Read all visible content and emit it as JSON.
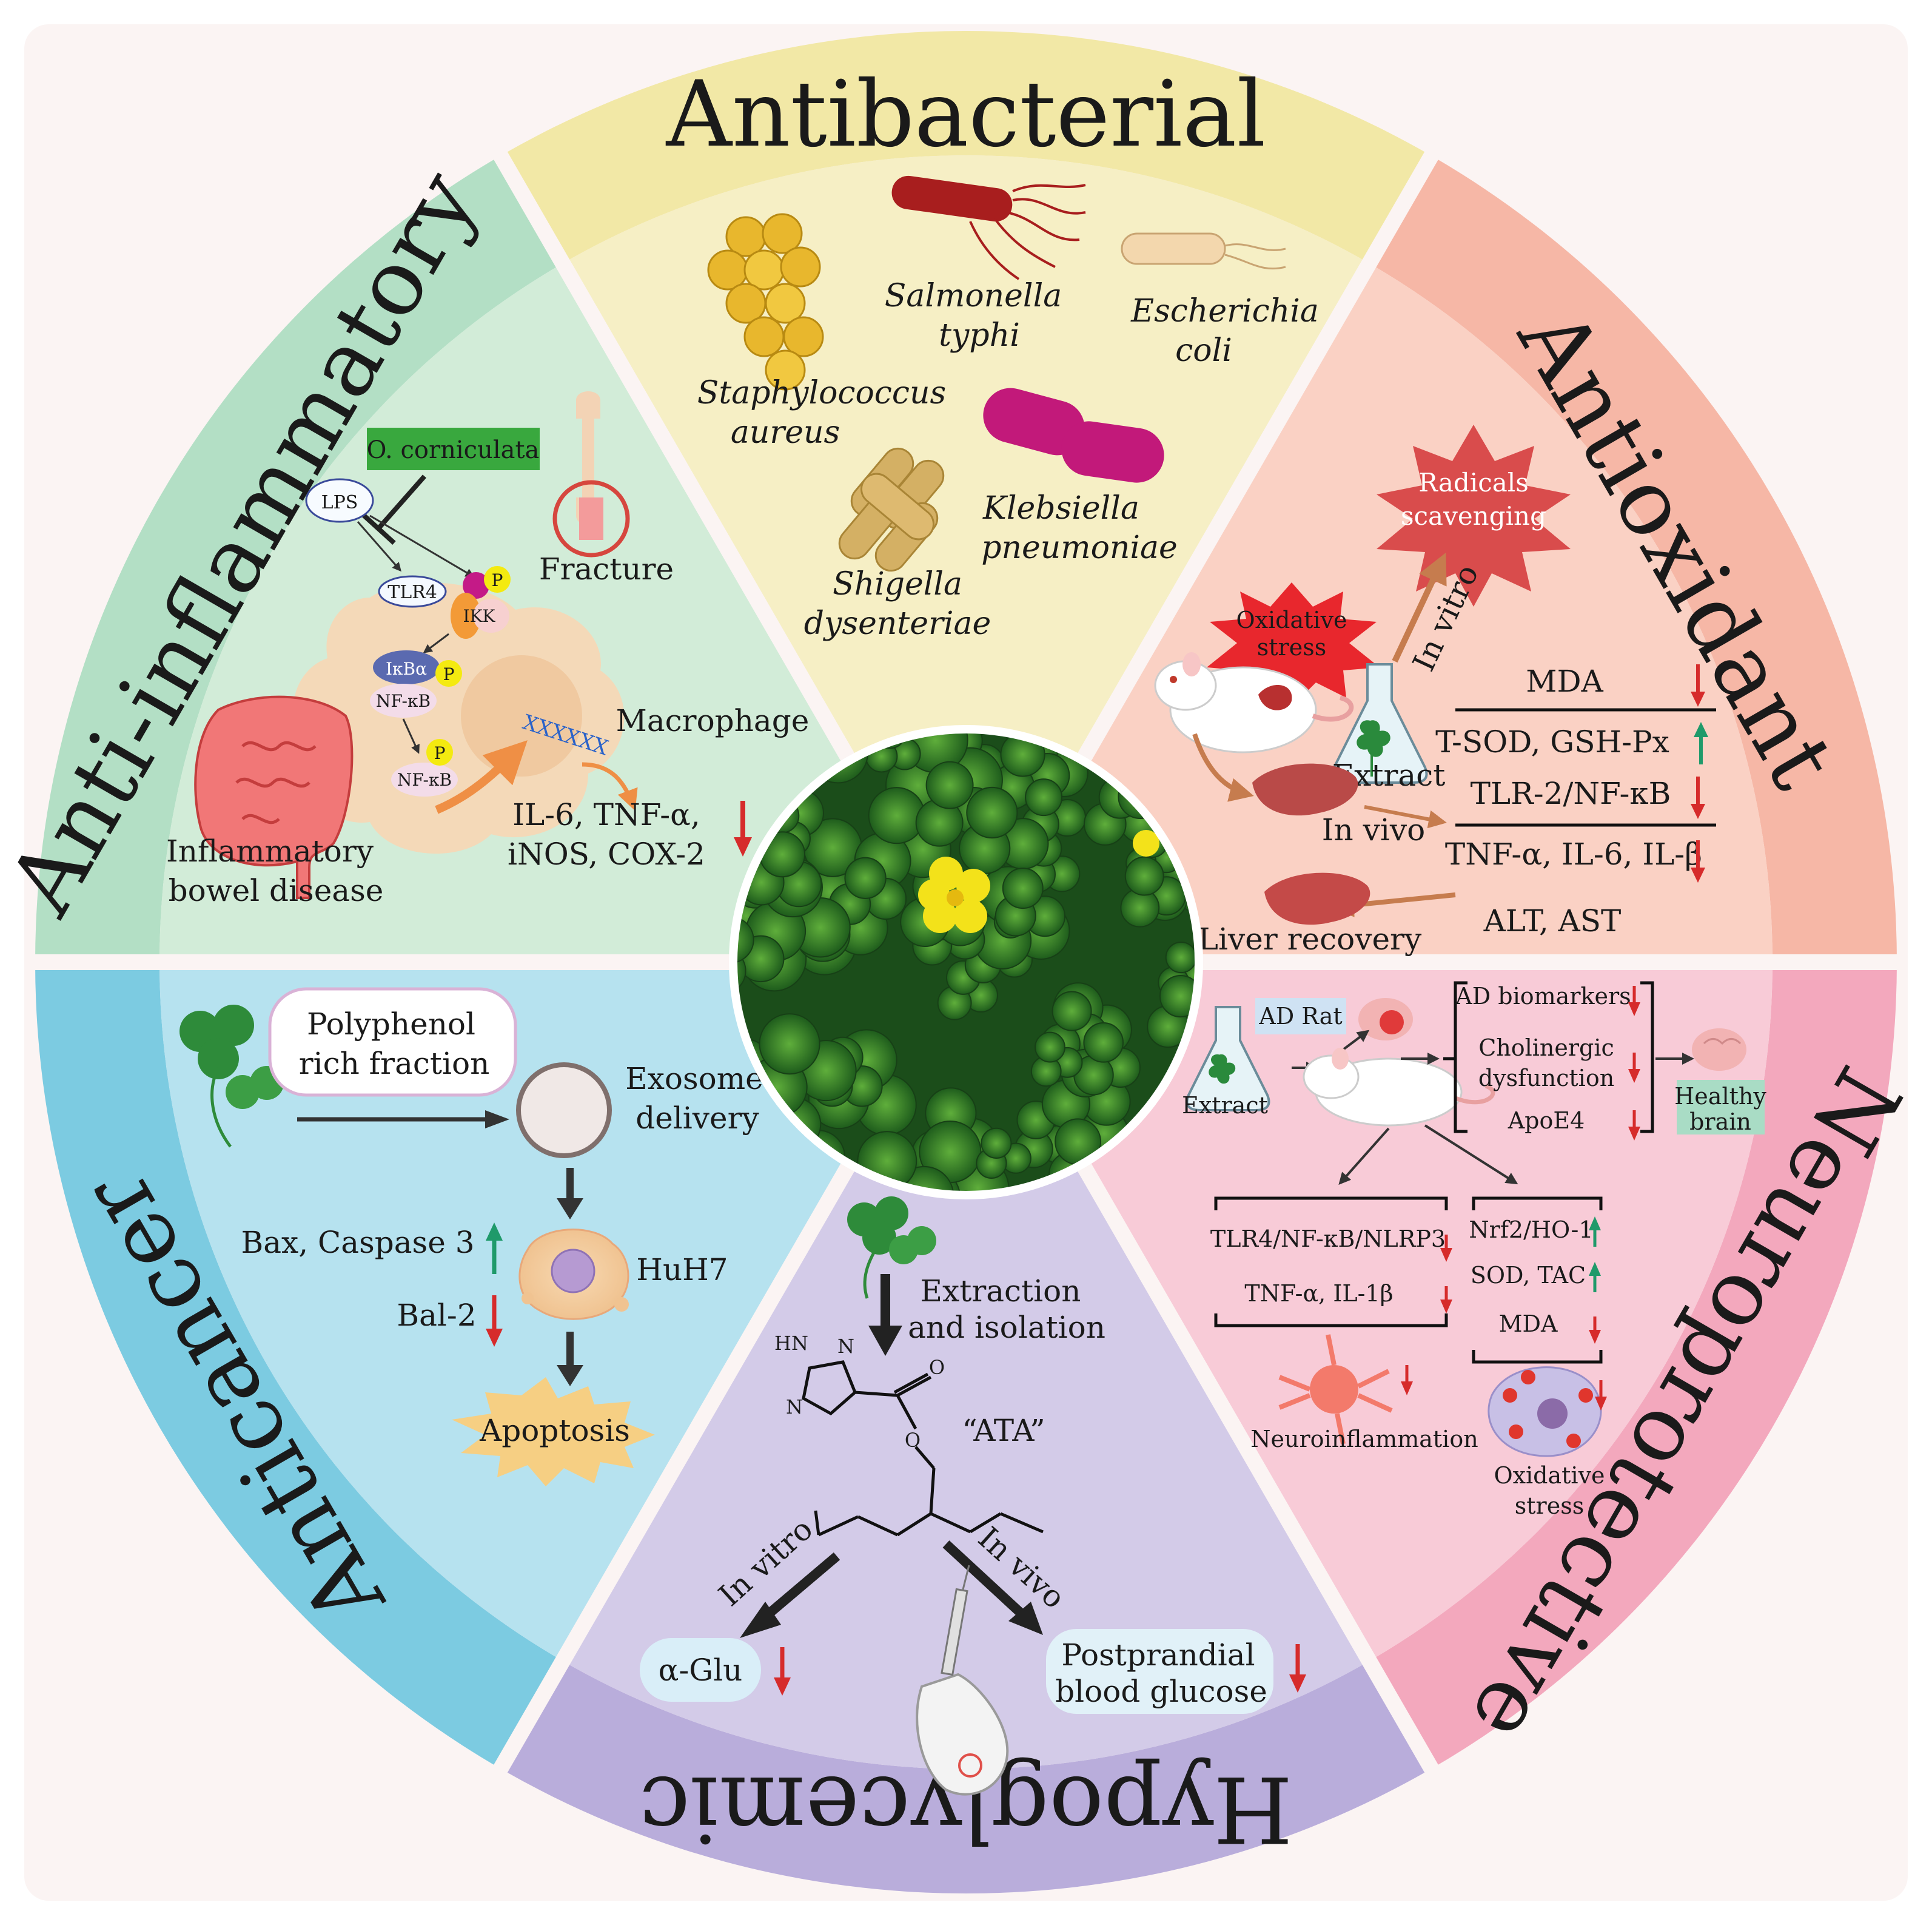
{
  "colors": {
    "antibacterial_outer": "#f2e8a6",
    "antibacterial_inner": "#f6efc5",
    "antioxidant_outer": "#f6b7a6",
    "antioxidant_inner": "#fad1c4",
    "neuro_outer": "#f3a8bd",
    "neuro_inner": "#f8cbd7",
    "hypo_outer": "#b9addb",
    "hypo_inner": "#d3cbe8",
    "anticancer_outer": "#7ccbe1",
    "anticancer_inner": "#b6e2ef",
    "antiinfl_outer": "#b3dfc5",
    "antiinfl_inner": "#d2ecd8",
    "up_arrow": "#1f9a6a",
    "down_arrow": "#d62b2b"
  },
  "sectors": {
    "antibacterial": {
      "title": "Antibacterial",
      "bacteria": [
        {
          "line1": "Staphylococcus",
          "line2": "aureus"
        },
        {
          "line1": "Salmonella",
          "line2": "typhi"
        },
        {
          "line1": "Escherichia",
          "line2": "coli"
        },
        {
          "line1": "Klebsiella",
          "line2": "pneumoniae"
        },
        {
          "line1": "Shigella",
          "line2": "dysenteriae"
        }
      ]
    },
    "antioxidant": {
      "title": "Antioxidant",
      "radicals_line1": "Radicals",
      "radicals_line2": "scavenging",
      "oxidative_line1": "Oxidative",
      "oxidative_line2": "stress",
      "in_vitro": "In vitro",
      "in_vivo": "In vivo",
      "extract": "Extract",
      "markers": [
        "MDA",
        "T-SOD, GSH-Px",
        "TLR-2/NF-κB",
        "TNF-α, IL-6, IL-β",
        "ALT, AST"
      ],
      "liver_recovery": "Liver recovery"
    },
    "neuroprotective": {
      "title": "Neuroprotective",
      "ad_rat": "AD Rat",
      "extract": "Extract",
      "markers": [
        "AD biomarkers",
        "Cholinergic",
        "dysfunction",
        "ApoE4"
      ],
      "healthy_line1": "Healthy",
      "healthy_line2": "brain",
      "left_list": [
        "TLR4/NF-κB/NLRP3",
        "TNF-α, IL-1β"
      ],
      "right_list": [
        "Nrf2/HO-1",
        "SOD, TAC",
        "MDA"
      ],
      "neuroinflammation": "Neuroinflammation",
      "oxidative_line1": "Oxidative",
      "oxidative_line2": "stress"
    },
    "hypoglycemic": {
      "title": "Hypoglycemic",
      "extraction_line1": "Extraction",
      "extraction_line2": "and isolation",
      "ata": "“ATA”",
      "hn": "HN",
      "n": "N",
      "o": "O",
      "in_vitro": "In vitro",
      "in_vivo": "In vivo",
      "alpha_glu": "α-Glu",
      "glucose_line1": "Postprandial",
      "glucose_line2": "blood glucose"
    },
    "anticancer": {
      "title": "Anticancer",
      "polyphenol_line1": "Polyphenol",
      "polyphenol_line2": "rich fraction",
      "exosome_line1": "Exosome",
      "exosome_line2": "delivery",
      "bax": "Bax, Caspase 3",
      "bal": "Bal-2",
      "huh7": "HuH7",
      "apoptosis": "Apoptosis"
    },
    "antiinflammatory": {
      "title": "Anti-inflammatory",
      "o_corniculata": "O. corniculata",
      "lps": "LPS",
      "tlr4": "TLR4",
      "p": "P",
      "ikk": "IKK",
      "ikba": "IκBα",
      "nfkb": "NF-κB",
      "dna": "XXXXXX",
      "fracture": "Fracture",
      "macrophage": "Macrophage",
      "cytokines_line1": "IL-6, TNF-α,",
      "cytokines_line2": "iNOS, COX-2",
      "ibd_line1": "Inflammatory",
      "ibd_line2": "bowel disease"
    }
  }
}
